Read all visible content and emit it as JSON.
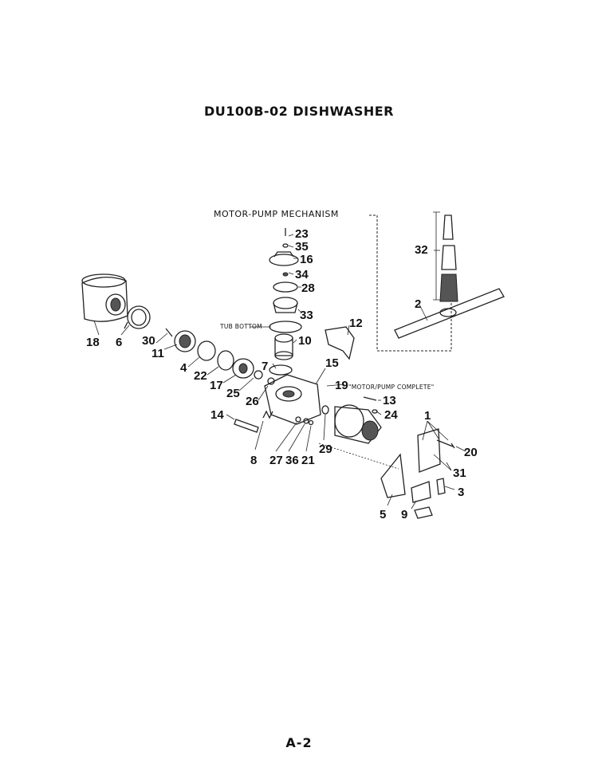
{
  "title": "DU100B-02 DISHWASHER",
  "section_label": "MOTOR-PUMP MECHANISM",
  "callouts": {
    "tub_bottom": "TUB BOTTOM",
    "motor_pump_complete": "\"MOTOR/PUMP COMPLETE\""
  },
  "parts": {
    "p1": "1",
    "p2": "2",
    "p3": "3",
    "p4": "4",
    "p5": "5",
    "p6": "6",
    "p7": "7",
    "p8": "8",
    "p9": "9",
    "p10": "10",
    "p11": "11",
    "p12": "12",
    "p13": "13",
    "p14": "14",
    "p15": "15",
    "p16": "16",
    "p17": "17",
    "p18": "18",
    "p19": "19",
    "p20": "20",
    "p21": "21",
    "p22": "22",
    "p23": "23",
    "p24": "24",
    "p25": "25",
    "p26": "26",
    "p27": "27",
    "p28": "28",
    "p29": "29",
    "p30": "30",
    "p31": "31",
    "p32": "32",
    "p33": "33",
    "p34": "34",
    "p35": "35",
    "p36": "36"
  },
  "page_number": "A-2"
}
